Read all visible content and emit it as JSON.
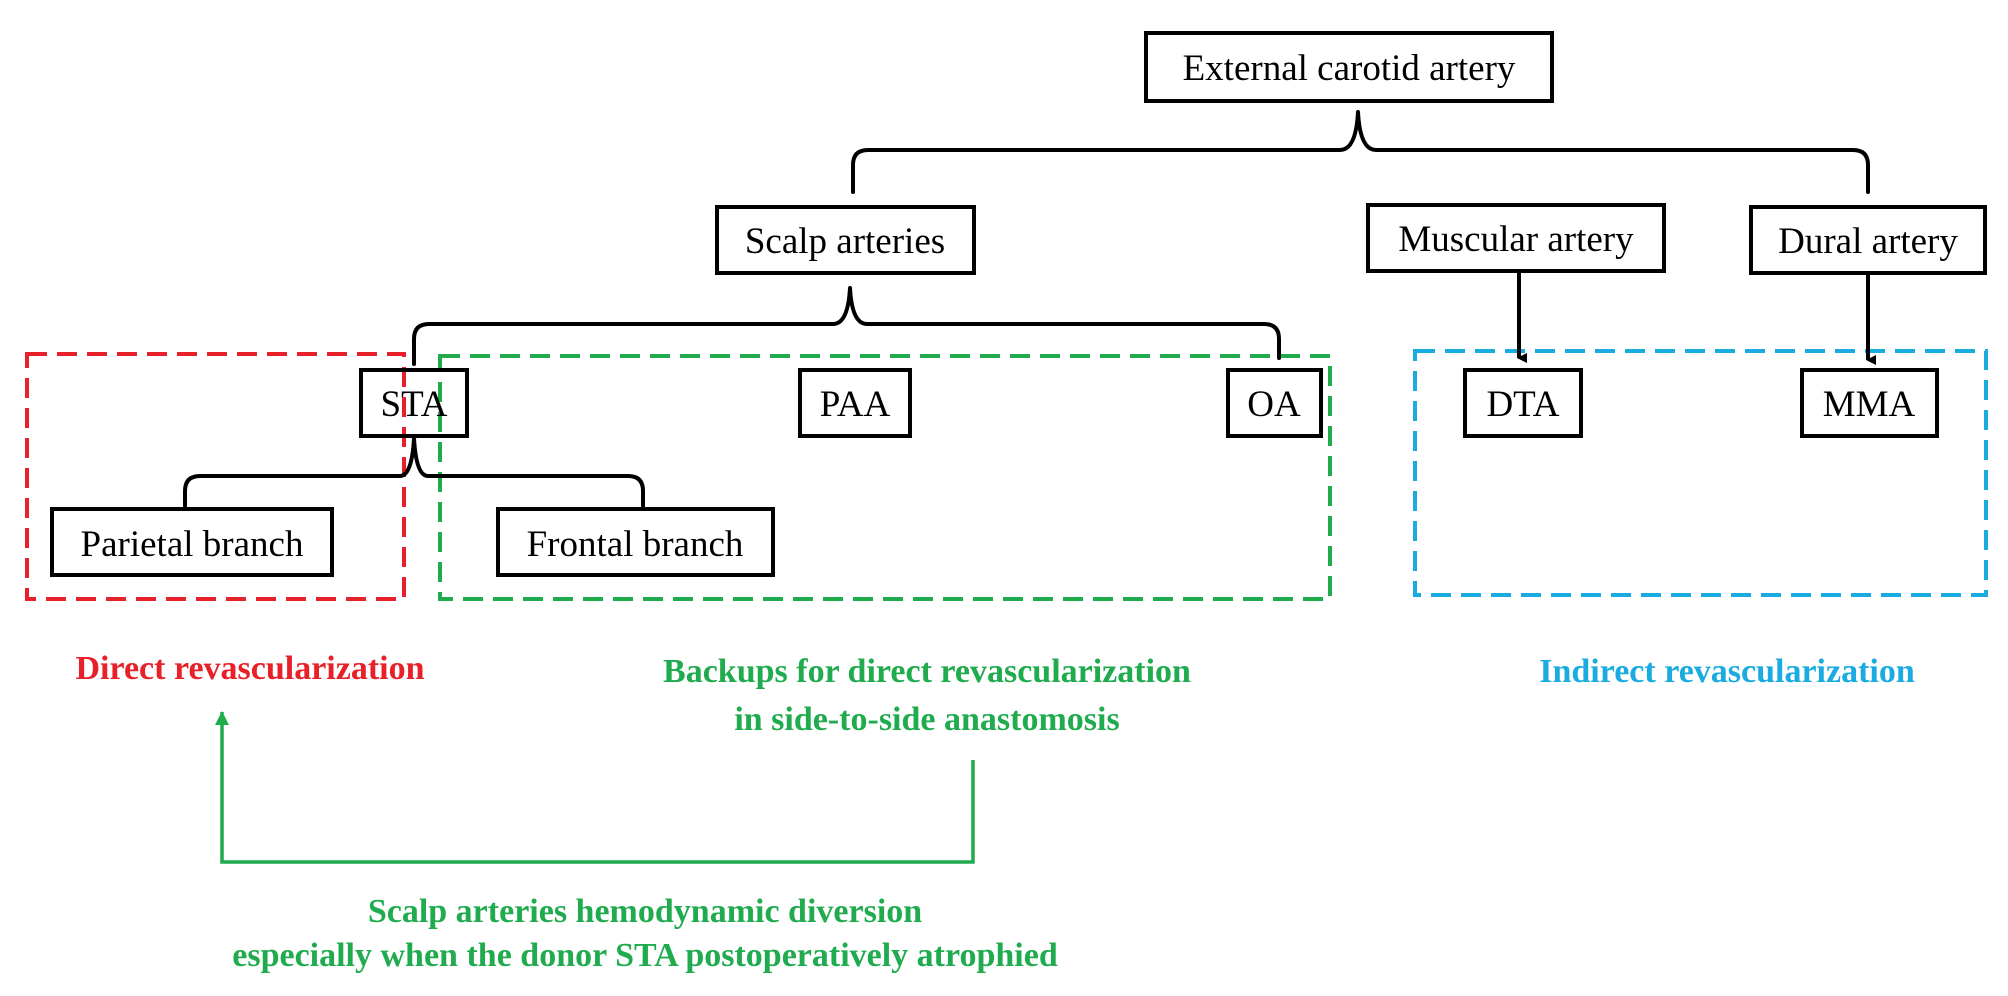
{
  "nodes": {
    "eca": "External carotid artery",
    "scalp": "Scalp arteries",
    "muscular": "Muscular artery",
    "dural": "Dural artery",
    "sta": "STA",
    "paa": "PAA",
    "oa": "OA",
    "dta": "DTA",
    "mma": "MMA",
    "parietal": "Parietal branch",
    "frontal": "Frontal branch"
  },
  "groups": {
    "direct": {
      "label": "Direct revascularization",
      "color": "#e8202a"
    },
    "backup": {
      "line1": "Backups for direct revascularization",
      "line2": "in side-to-side anastomosis",
      "color": "#1fab4e"
    },
    "indirect": {
      "label": "Indirect revascularization",
      "color": "#1aabe0"
    }
  },
  "diversion": {
    "line1": "Scalp arteries hemodynamic diversion",
    "line2": "especially when the donor STA postoperatively atrophied",
    "color": "#1fab4e"
  }
}
